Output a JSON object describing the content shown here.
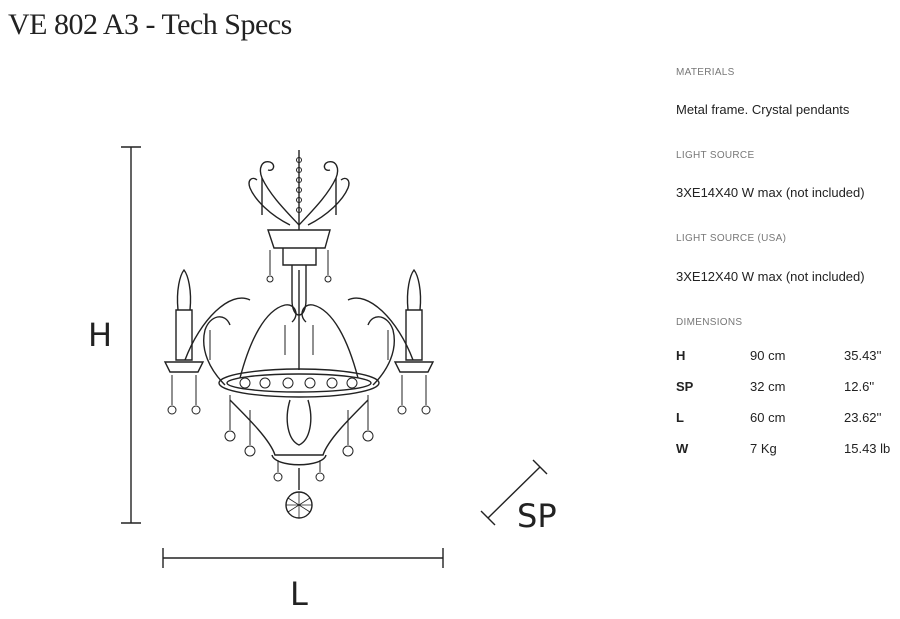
{
  "title": "VE 802 A3 - Tech Specs",
  "diagram": {
    "labels": {
      "height": "H",
      "depth": "SP",
      "length": "L"
    }
  },
  "specs": {
    "materials": {
      "heading": "MATERIALS",
      "value": "Metal frame. Crystal pendants"
    },
    "light_source": {
      "heading": "LIGHT SOURCE",
      "value": "3XE14X40 W max (not included)"
    },
    "light_source_usa": {
      "heading": "LIGHT SOURCE (USA)",
      "value": "3XE12X40 W max (not included)"
    },
    "dimensions": {
      "heading": "DIMENSIONS",
      "rows": [
        {
          "key": "H",
          "metric": "90 cm",
          "imperial": "35.43''"
        },
        {
          "key": "SP",
          "metric": "32 cm",
          "imperial": "12.6''"
        },
        {
          "key": "L",
          "metric": "60 cm",
          "imperial": "23.62''"
        },
        {
          "key": "W",
          "metric": "7 Kg",
          "imperial": "15.43 lb"
        }
      ]
    }
  },
  "colors": {
    "line": "#222222",
    "heading": "#777777"
  }
}
